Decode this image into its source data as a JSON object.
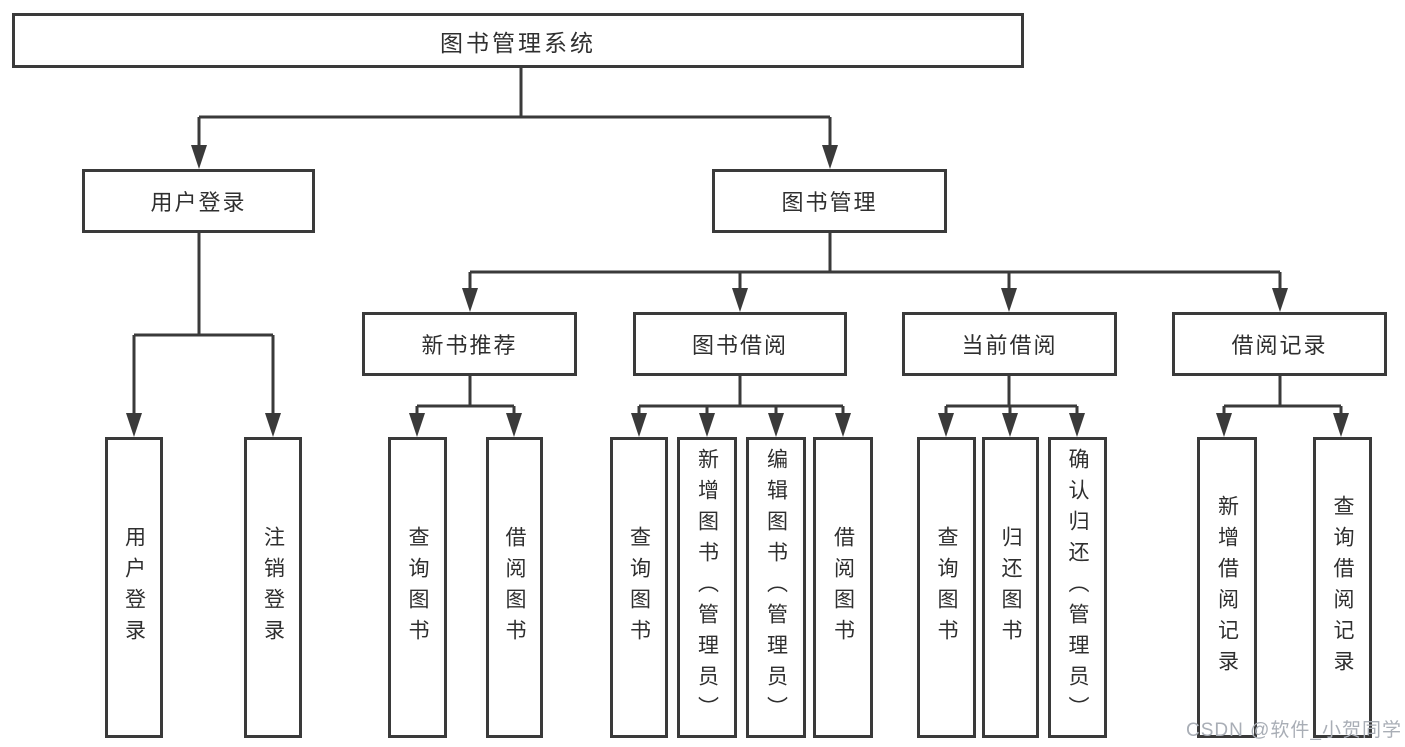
{
  "diagram": {
    "root": "图书管理系统",
    "branches": [
      {
        "label": "用户登录",
        "children": [
          {
            "label": "用户登录"
          },
          {
            "label": "注销登录"
          }
        ]
      },
      {
        "label": "图书管理",
        "children": [
          {
            "label": "新书推荐",
            "children": [
              {
                "label": "查询图书"
              },
              {
                "label": "借阅图书"
              }
            ]
          },
          {
            "label": "图书借阅",
            "children": [
              {
                "label": "查询图书"
              },
              {
                "label": "新增图书（管理员）"
              },
              {
                "label": "编辑图书（管理员）"
              },
              {
                "label": "借阅图书"
              }
            ]
          },
          {
            "label": "当前借阅",
            "children": [
              {
                "label": "查询图书"
              },
              {
                "label": "归还图书"
              },
              {
                "label": "确认归还（管理员）"
              }
            ]
          },
          {
            "label": "借阅记录",
            "children": [
              {
                "label": "新增借阅记录"
              },
              {
                "label": "查询借阅记录"
              }
            ]
          }
        ]
      }
    ]
  },
  "watermark": "CSDN @软件_小贺同学",
  "colors": {
    "line": "#3a3a3a",
    "text": "#2f2f2f",
    "watermark": "#a9aeb6"
  }
}
